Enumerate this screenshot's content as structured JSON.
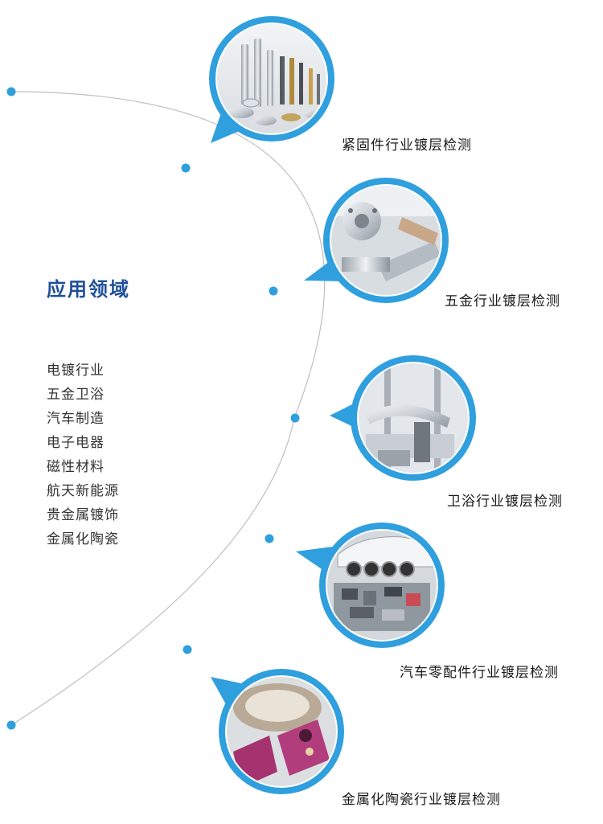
{
  "colors": {
    "accent": "#2f9fde",
    "title": "#1f4f99",
    "arc": "#bfbfbf",
    "text": "#333333"
  },
  "title": "应用领域",
  "categories": [
    "电镀行业",
    "五金卫浴",
    "汽车制造",
    "电子电器",
    "磁性材料",
    "航天新能源",
    "贵金属镀饰",
    "金属化陶瓷"
  ],
  "applications": [
    {
      "caption": "紧固件行业镀层检测",
      "icon": "fasteners-photo"
    },
    {
      "caption": "五金行业镀层检测",
      "icon": "hardware-photo"
    },
    {
      "caption": "卫浴行业镀层检测",
      "icon": "sanitary-ware-photo"
    },
    {
      "caption": "汽车零配件行业镀层检测",
      "icon": "auto-parts-photo"
    },
    {
      "caption": "金属化陶瓷行业镀层检测",
      "icon": "metallized-ceramics-photo"
    }
  ]
}
